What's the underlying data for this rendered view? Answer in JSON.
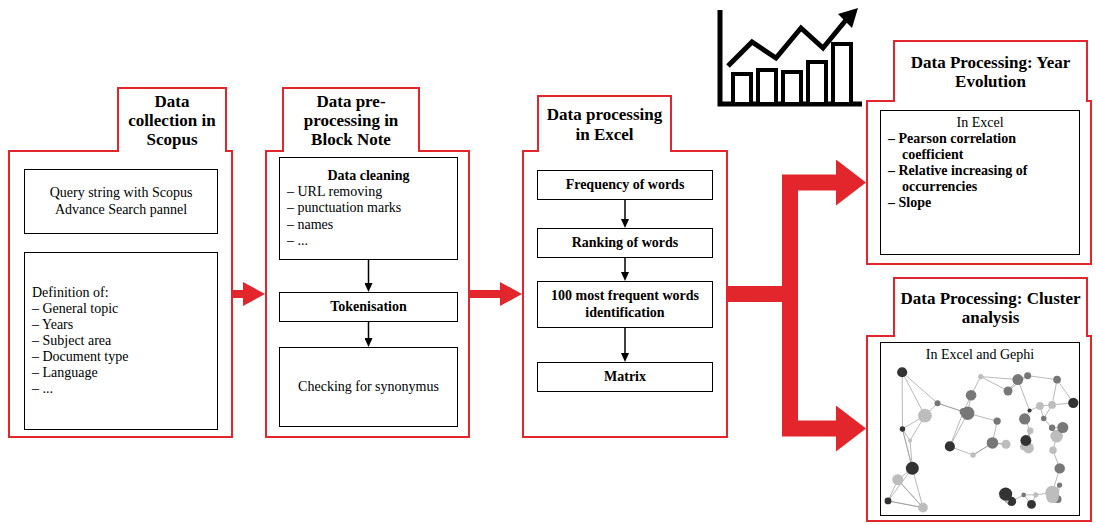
{
  "diagram": {
    "nodes": [
      {
        "text": [
          "Data collection in Scopus"
        ]
      },
      {
        "text": [
          "Query string with Scopus Advance Search pannel"
        ],
        "in": 0
      },
      {
        "text": [
          "Definition of:",
          "– General topic",
          "– Years",
          "– Subject area",
          "– Document type",
          "– Language",
          "– ..."
        ],
        "in": 0
      },
      {
        "text": [
          "Data pre-processing in Block Note"
        ]
      },
      {
        "text": [
          "Data cleaning",
          "– URL removing",
          "– punctuation marks",
          "– names",
          "– ..."
        ],
        "in": 3
      },
      {
        "text": [
          "Tokenisation"
        ],
        "in": 3
      },
      {
        "text": [
          "Checking for synonymus"
        ],
        "in": 3
      },
      {
        "text": [
          "Data processing in Excel"
        ]
      },
      {
        "text": [
          "Frequency of words"
        ],
        "in": 7
      },
      {
        "text": [
          "Ranking of words"
        ],
        "in": 7
      },
      {
        "text": [
          "100 most frequent words identification"
        ],
        "in": 7
      },
      {
        "text": [
          "Matrix"
        ],
        "in": 7
      },
      {
        "text": [
          "Data Processing: Year Evolution"
        ]
      },
      {
        "text": [
          "In Excel",
          "– Pearson correlation coefficient",
          "– Relative increasing of occurrencies",
          "– Slope"
        ],
        "in": 12
      },
      {
        "text": [
          "Data Processing: Cluster analysis"
        ]
      },
      {
        "text": [
          "In Excel and Gephi"
        ],
        "in": 14
      }
    ],
    "edges": [
      {
        "from": 0,
        "to": 3,
        "arrow": "to"
      },
      {
        "from": 3,
        "to": 7,
        "arrow": "to"
      },
      {
        "from": 7,
        "to": 12,
        "arrow": "to"
      },
      {
        "from": 7,
        "to": 14,
        "arrow": "to"
      },
      {
        "from": 4,
        "to": 5,
        "arrow": "to"
      },
      {
        "from": 5,
        "to": 6,
        "arrow": "to"
      },
      {
        "from": 8,
        "to": 9,
        "arrow": "to"
      },
      {
        "from": 9,
        "to": 10,
        "arrow": "to"
      },
      {
        "from": 10,
        "to": 11,
        "arrow": "to"
      }
    ]
  }
}
